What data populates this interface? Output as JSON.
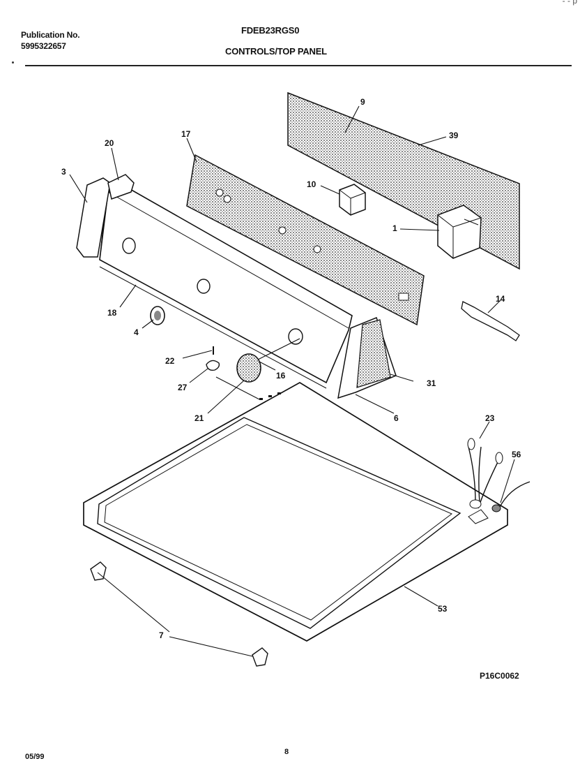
{
  "header": {
    "publication_label": "Publication No.",
    "publication_number": "5995322657",
    "model": "FDEB23RGS0",
    "section_title": "CONTROLS/TOP PANEL"
  },
  "corner_mark": "- - p",
  "diagram": {
    "callouts": [
      "9",
      "39",
      "17",
      "20",
      "3",
      "10",
      "1",
      "14",
      "18",
      "4",
      "22",
      "16",
      "27",
      "31",
      "21",
      "6",
      "23",
      "56",
      "53",
      "7"
    ]
  },
  "drawing_code": "P16C0062",
  "footer": {
    "date": "05/99",
    "page": "8"
  }
}
